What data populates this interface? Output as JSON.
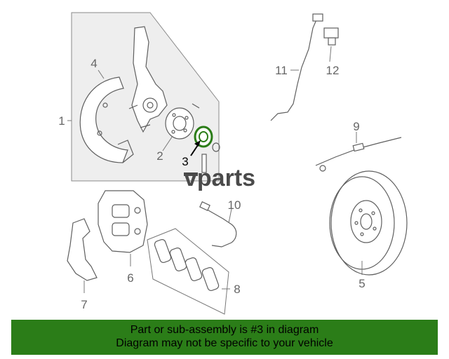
{
  "callouts": [
    "1",
    "2",
    "3",
    "4",
    "5",
    "6",
    "7",
    "8",
    "9",
    "10",
    "11",
    "12"
  ],
  "highlight_part": "3",
  "brand": "vparts",
  "colors": {
    "banner_bg": "#2b7d18",
    "part_stroke": "#5f5f5f",
    "highlight": "#2b7d18",
    "panel_bg": "#eeeeee"
  },
  "banner": {
    "line1": "Part or sub-assembly is #3 in diagram",
    "line2": "Diagram may not be specific to your vehicle"
  }
}
